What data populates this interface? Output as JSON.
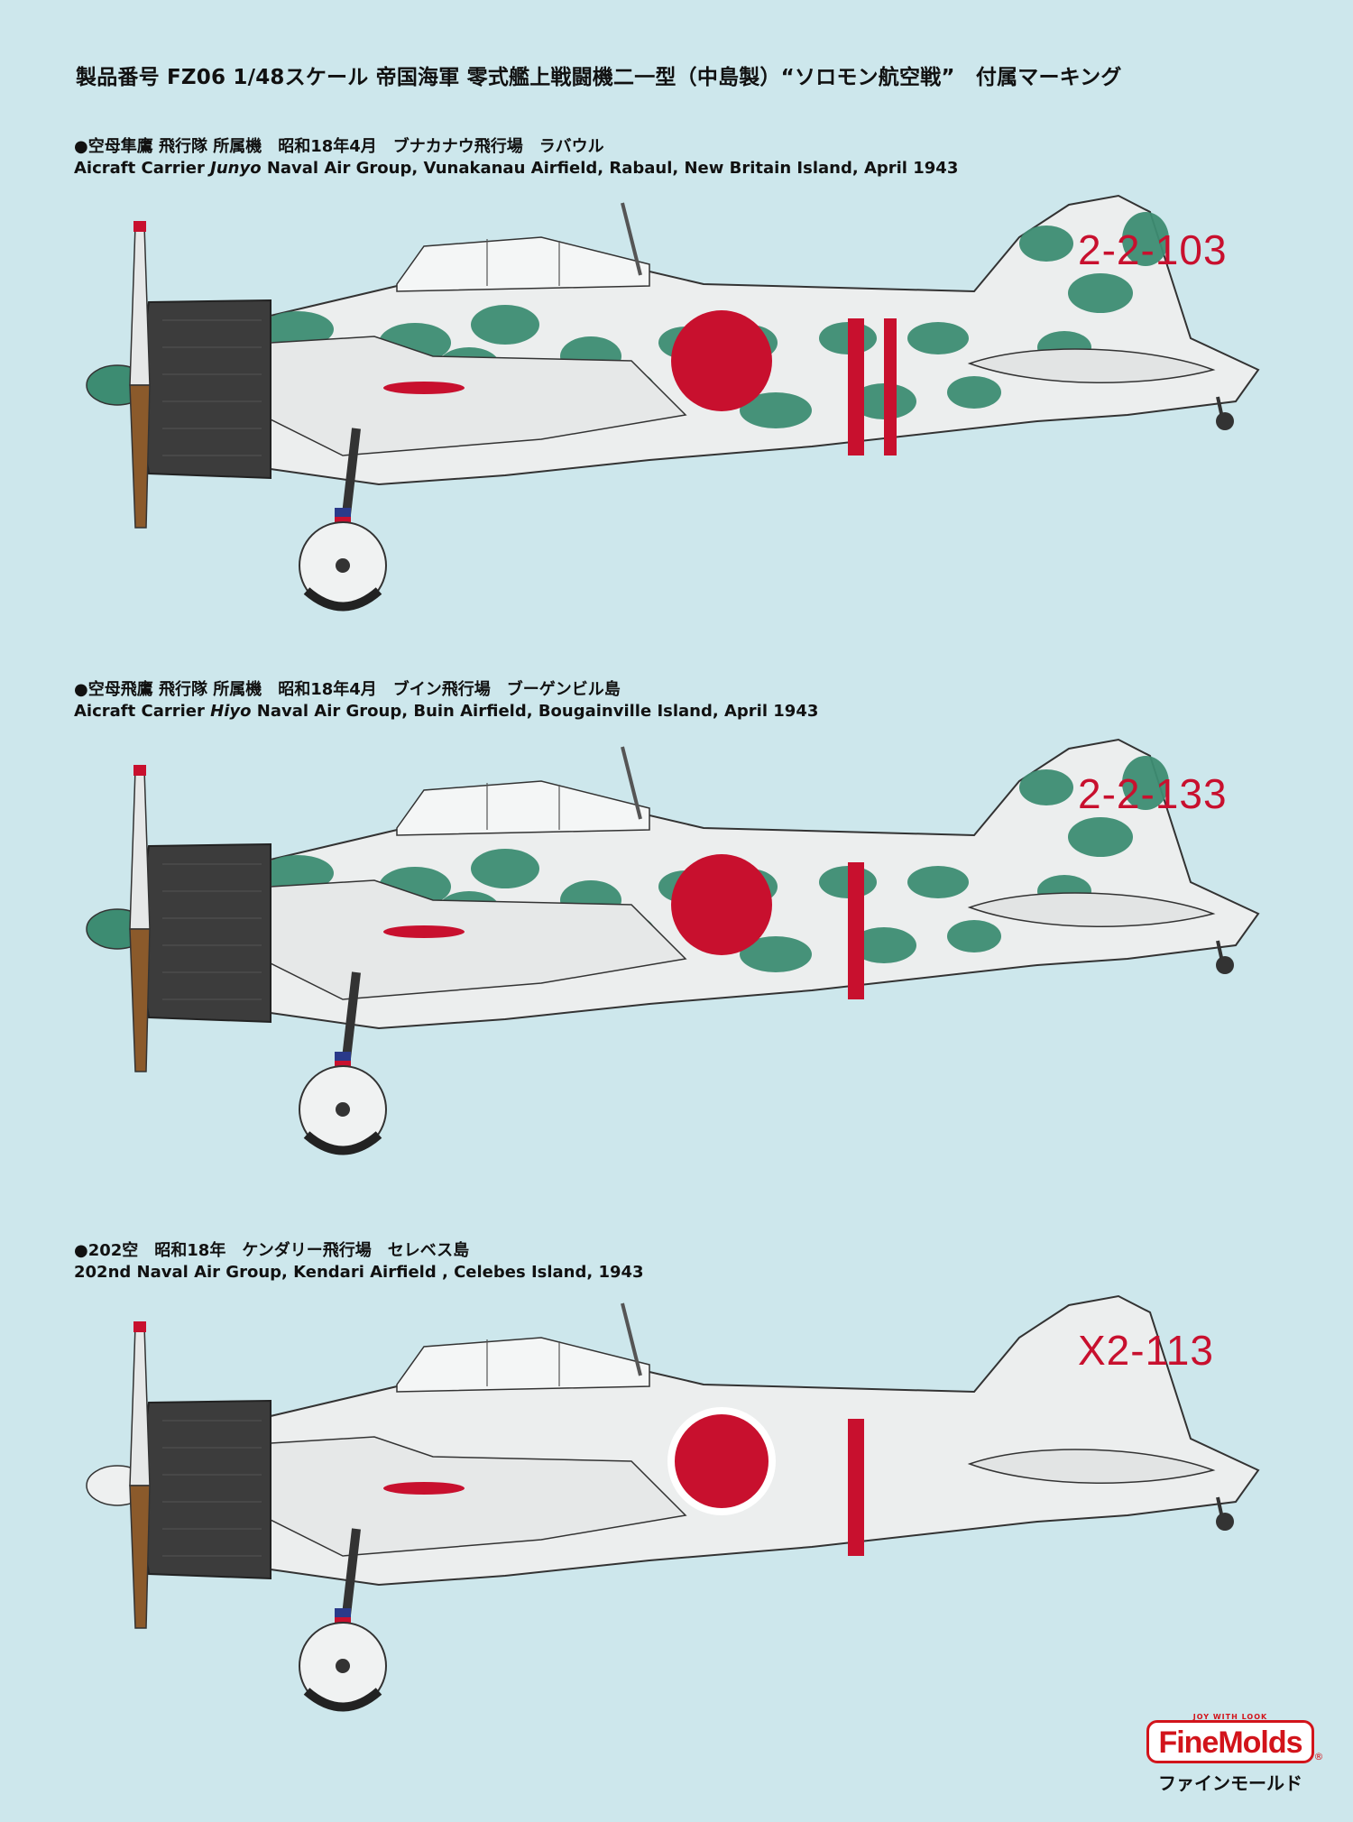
{
  "page": {
    "title": "製品番号 FZ06 1/48スケール 帝国海軍 零式艦上戦闘機二一型（中島製）“ソロモン航空戦”　付属マーキング"
  },
  "profiles": [
    {
      "caption_jp": "●空母隼鷹 飛行隊 所属機　昭和18年4月　ブナカナウ飛行場　ラバウル",
      "caption_en_pre": "Aicraft Carrier ",
      "caption_en_ship": "Junyo",
      "caption_en_post": " Naval Air Group, Vunakanau Airfield, Rabaul, New Britain Island, April 1943",
      "tail_code": "2-2-103"
    },
    {
      "caption_jp": "●空母飛鷹 飛行隊 所属機　昭和18年4月　ブイン飛行場　ブーゲンビル島",
      "caption_en_pre": "Aicraft Carrier ",
      "caption_en_ship": "Hiyo",
      "caption_en_post": " Naval Air Group, Buin Airfield, Bougainville Island, April 1943",
      "tail_code": "2-2-133"
    },
    {
      "caption_jp": "●202空　昭和18年　ケンダリー飛行場　セレベス島",
      "caption_en_pre": "202nd Naval Air Group, Kendari Airfield , Celebes  Island, 1943",
      "caption_en_ship": "",
      "caption_en_post": "",
      "tail_code": "X2-113"
    }
  ],
  "logo": {
    "small_text": "JOY WITH LOOK",
    "brand": "FineMolds",
    "reg": "®",
    "kana": "ファインモールド"
  },
  "colors": {
    "background": "#cde7ec",
    "fuselage": "#eceeee",
    "camouflage": "#3d8c72",
    "hinomaru": "#c8102e",
    "cowling": "#3c3c3c",
    "propeller": "#8b5a2b"
  },
  "icons": {
    "plane": "a6m2-zero-side-profile"
  }
}
